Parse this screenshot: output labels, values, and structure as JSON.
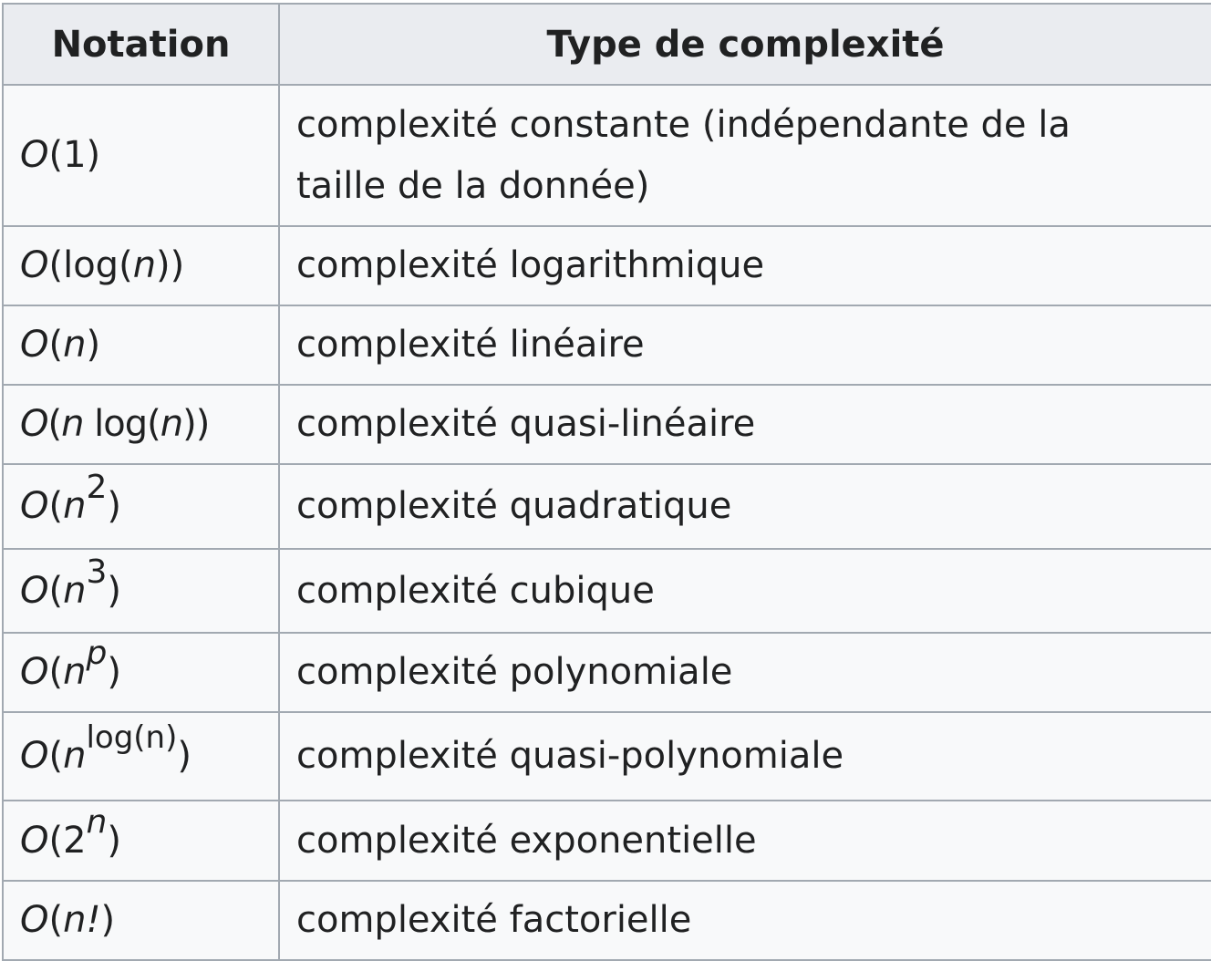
{
  "table": {
    "headers": {
      "notation": "Notation",
      "type": "Type de complexité"
    },
    "rows": [
      {
        "notation": {
          "sym": "O",
          "open": "(",
          "base": "1",
          "sup": "",
          "close": ")"
        },
        "description": "complexité constante (indépendante de la taille de la donnée)"
      },
      {
        "notation": {
          "sym": "O",
          "open": "(",
          "pre": "log(",
          "base": "n",
          "sup": "",
          "close": "))"
        },
        "description": "complexité logarithmique"
      },
      {
        "notation": {
          "sym": "O",
          "open": "(",
          "base": "n",
          "sup": "",
          "close": ")"
        },
        "description": "complexité linéaire"
      },
      {
        "notation": {
          "sym": "O",
          "open": "(",
          "base": "n",
          "mid": " log(",
          "base2": "n",
          "sup": "",
          "close": "))"
        },
        "description": "complexité quasi-linéaire"
      },
      {
        "notation": {
          "sym": "O",
          "open": "(",
          "base": "n",
          "sup": "2",
          "close": ")"
        },
        "description": "complexité quadratique"
      },
      {
        "notation": {
          "sym": "O",
          "open": "(",
          "base": "n",
          "sup": "3",
          "close": ")"
        },
        "description": "complexité cubique"
      },
      {
        "notation": {
          "sym": "O",
          "open": "(",
          "base": "n",
          "sup": "p",
          "close": ")"
        },
        "description": "complexité polynomiale"
      },
      {
        "notation": {
          "sym": "O",
          "open": "(",
          "base": "n",
          "sup": "log(n)",
          "close": ")"
        },
        "description": "complexité quasi-polynomiale"
      },
      {
        "notation": {
          "sym": "O",
          "open": "(",
          "base": "2",
          "sup": "n",
          "close": ")"
        },
        "description": "complexité exponentielle"
      },
      {
        "notation": {
          "sym": "O",
          "open": "(",
          "base": "n!",
          "sup": "",
          "close": ")"
        },
        "description": "complexité factorielle"
      }
    ]
  },
  "colors": {
    "header_bg": "#eaecf0",
    "cell_bg": "#f8f9fa",
    "border": "#a2a9b1",
    "text": "#202122"
  }
}
